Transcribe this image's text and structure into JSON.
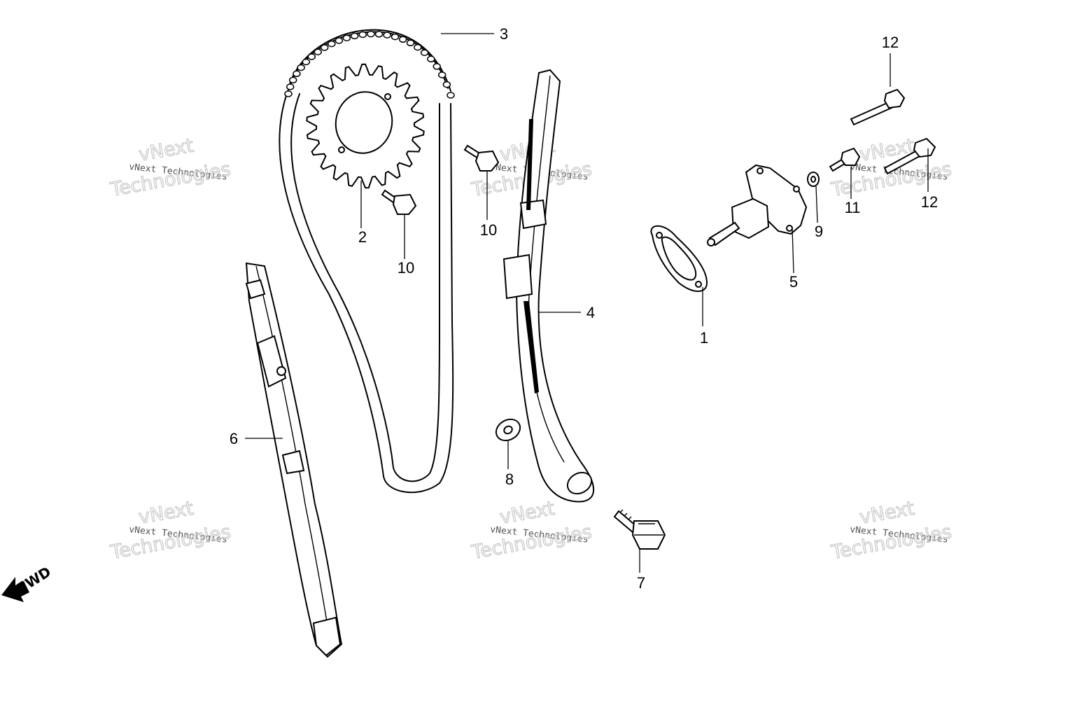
{
  "diagram": {
    "callouts": [
      {
        "id": "c1",
        "text": "1"
      },
      {
        "id": "c2",
        "text": "2"
      },
      {
        "id": "c3",
        "text": "3"
      },
      {
        "id": "c4",
        "text": "4"
      },
      {
        "id": "c5",
        "text": "5"
      },
      {
        "id": "c6",
        "text": "6"
      },
      {
        "id": "c7",
        "text": "7"
      },
      {
        "id": "c8",
        "text": "8"
      },
      {
        "id": "c9",
        "text": "9"
      },
      {
        "id": "c10a",
        "text": "10"
      },
      {
        "id": "c10b",
        "text": "10"
      },
      {
        "id": "c11",
        "text": "11"
      },
      {
        "id": "c12a",
        "text": "12"
      },
      {
        "id": "c12b",
        "text": "12"
      }
    ],
    "fwd_label": "FWD",
    "watermark": {
      "line1": "vNext",
      "line2": "vNext Technologies",
      "line3": "Technologies"
    }
  }
}
